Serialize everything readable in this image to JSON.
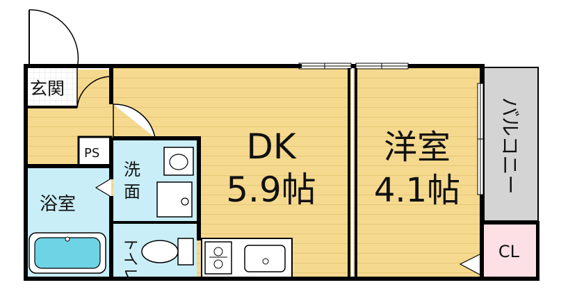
{
  "floorplan": {
    "rooms": {
      "entrance": {
        "label": "玄関"
      },
      "pipe_space": {
        "label": "PS"
      },
      "bath": {
        "label": "浴室"
      },
      "washroom": {
        "label_line1": "洗",
        "label_line2": "面"
      },
      "toilet": {
        "label": "トイレ"
      },
      "dk": {
        "label": "DK",
        "size": "5.9帖"
      },
      "western_room": {
        "label": "洋室",
        "size": "4.1帖"
      },
      "balcony": {
        "label": "バルコニー"
      },
      "closet": {
        "label": "CL"
      }
    },
    "colors": {
      "wall": "#000000",
      "wood_floor": "#f5d98f",
      "wood_grain": "#e6c777",
      "wet_area": "#c9eef7",
      "bath_area": "#c9eef7",
      "bathtub_water": "#6fd3e6",
      "balcony": "#d4d4d4",
      "closet": "#fde0e6",
      "door_area": "#ffffff"
    }
  }
}
